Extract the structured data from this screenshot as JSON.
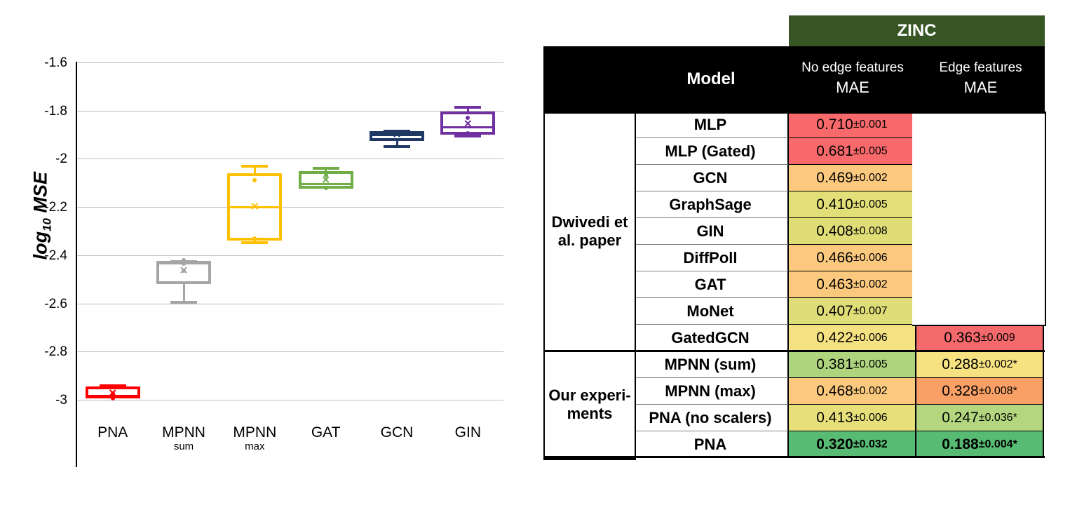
{
  "chart_data": {
    "type": "box",
    "title": "",
    "xlabel": "",
    "ylabel": "log10 MSE",
    "ylabel_base": "log",
    "ylabel_sub": "10",
    "ylabel_tail": " MSE",
    "ylim": [
      -3.0,
      -1.6
    ],
    "yticks": [
      "-1.6",
      "-1.8",
      "-2",
      "-2.2",
      "-2.4",
      "-2.6",
      "-2.8",
      "-3"
    ],
    "ytick_values": [
      -1.6,
      -1.8,
      -2.0,
      -2.2,
      -2.4,
      -2.6,
      -2.8,
      -3.0
    ],
    "grid": true,
    "legend": "none",
    "categories": [
      "PNA",
      "MPNN sum",
      "MPNN max",
      "GAT",
      "GCN",
      "GIN"
    ],
    "xtick_labels": [
      {
        "main": "PNA",
        "sub": ""
      },
      {
        "main": "MPNN",
        "sub": "sum"
      },
      {
        "main": "MPNN",
        "sub": "max"
      },
      {
        "main": "GAT",
        "sub": ""
      },
      {
        "main": "GCN",
        "sub": ""
      },
      {
        "main": "GIN",
        "sub": ""
      }
    ],
    "boxes": [
      {
        "name": "PNA",
        "color": "#FF0000",
        "whisker_low": -2.995,
        "q1": -2.995,
        "median": -2.985,
        "q3": -2.945,
        "whisker_high": -2.935,
        "mean": -2.975,
        "points": [
          -2.945,
          -2.975,
          -2.995
        ]
      },
      {
        "name": "MPNN sum",
        "color": "#A5A5A5",
        "whisker_low": -2.6,
        "q1": -2.52,
        "median": -2.435,
        "q3": -2.425,
        "whisker_high": -2.42,
        "mean": -2.465,
        "points": [
          -2.42,
          -2.435,
          -2.465
        ]
      },
      {
        "name": "MPNN max",
        "color": "#FFC000",
        "whisker_low": -2.355,
        "q1": -2.34,
        "median": -2.2,
        "q3": -2.06,
        "whisker_high": -2.025,
        "mean": -2.2,
        "points": [
          -2.09,
          -2.33
        ]
      },
      {
        "name": "GAT",
        "color": "#70AD47",
        "whisker_low": -2.125,
        "q1": -2.125,
        "median": -2.105,
        "q3": -2.05,
        "whisker_high": -2.035,
        "mean": -2.09,
        "points": [
          -2.07,
          -2.12
        ]
      },
      {
        "name": "GCN",
        "color": "#1F3864",
        "whisker_low": -1.955,
        "q1": -1.925,
        "median": -1.9,
        "q3": -1.885,
        "whisker_high": -1.88,
        "mean": -1.9,
        "points": [
          -1.89
        ]
      },
      {
        "name": "GIN",
        "color": "#7030A0",
        "whisker_low": -1.91,
        "q1": -1.9,
        "median": -1.87,
        "q3": -1.805,
        "whisker_high": -1.78,
        "mean": -1.855,
        "points": [
          -1.83,
          -1.895
        ]
      }
    ]
  },
  "table": {
    "dataset_header": "ZINC",
    "model_header": "Model",
    "columns": [
      {
        "sub1": "No edge features",
        "sub2": "MAE"
      },
      {
        "sub1": "Edge features",
        "sub2": "MAE"
      }
    ],
    "groups": [
      {
        "label": "Dwivedi et al. paper"
      },
      {
        "label": "Our experi- ments"
      }
    ],
    "group_labels": {
      "dwivedi": "Dwivedi et al. paper",
      "ours": "Our experi-ments"
    },
    "rows": [
      {
        "group": "dwivedi",
        "model": "MLP",
        "no_edge": {
          "value": "0.710",
          "err": "±0.001",
          "color": "#F8696B"
        },
        "edge": {
          "value": "",
          "err": "",
          "color": "#FFFFFF"
        }
      },
      {
        "group": "dwivedi",
        "model": "MLP (Gated)",
        "no_edge": {
          "value": "0.681",
          "err": "±0.005",
          "color": "#F8696B"
        },
        "edge": {
          "value": "",
          "err": "",
          "color": "#FFFFFF"
        }
      },
      {
        "group": "dwivedi",
        "model": "GCN",
        "no_edge": {
          "value": "0.469",
          "err": "±0.002",
          "color": "#FBC97E"
        },
        "edge": {
          "value": "",
          "err": "",
          "color": "#FFFFFF"
        }
      },
      {
        "group": "dwivedi",
        "model": "GraphSage",
        "no_edge": {
          "value": "0.410",
          "err": "±0.005",
          "color": "#E2DE78"
        },
        "edge": {
          "value": "",
          "err": "",
          "color": "#FFFFFF"
        }
      },
      {
        "group": "dwivedi",
        "model": "GIN",
        "no_edge": {
          "value": "0.408",
          "err": "±0.008",
          "color": "#E0DD77"
        },
        "edge": {
          "value": "",
          "err": "",
          "color": "#FFFFFF"
        }
      },
      {
        "group": "dwivedi",
        "model": "DiffPoll",
        "no_edge": {
          "value": "0.466",
          "err": "±0.006",
          "color": "#FBC97E"
        },
        "edge": {
          "value": "",
          "err": "",
          "color": "#FFFFFF"
        }
      },
      {
        "group": "dwivedi",
        "model": "GAT",
        "no_edge": {
          "value": "0.463",
          "err": "±0.002",
          "color": "#FBC97E"
        },
        "edge": {
          "value": "",
          "err": "",
          "color": "#FFFFFF"
        }
      },
      {
        "group": "dwivedi",
        "model": "MoNet",
        "no_edge": {
          "value": "0.407",
          "err": "±0.007",
          "color": "#DFDD77"
        },
        "edge": {
          "value": "",
          "err": "",
          "color": "#FFFFFF"
        }
      },
      {
        "group": "dwivedi",
        "model": "GatedGCN",
        "no_edge": {
          "value": "0.422",
          "err": "±0.006",
          "color": "#F4E181"
        },
        "edge": {
          "value": "0.363",
          "err": "±0.009",
          "color": "#F4696B"
        }
      },
      {
        "group": "ours",
        "model": "MPNN (sum)",
        "no_edge": {
          "value": "0.381",
          "err": "±0.005",
          "color": "#AFD47E"
        },
        "edge": {
          "value": "0.288",
          "err": "±0.002*",
          "color": "#F7E282"
        }
      },
      {
        "group": "ours",
        "model": "MPNN (max)",
        "no_edge": {
          "value": "0.468",
          "err": "±0.002",
          "color": "#FBC97E"
        },
        "edge": {
          "value": "0.328",
          "err": "±0.008*",
          "color": "#F9A067"
        }
      },
      {
        "group": "ours",
        "model": "PNA (no scalers)",
        "no_edge": {
          "value": "0.413",
          "err": "±0.006",
          "color": "#E7E07A"
        },
        "edge": {
          "value": "0.247",
          "err": "±0.036*",
          "color": "#B3D67F"
        }
      },
      {
        "group": "ours",
        "model": "PNA",
        "no_edge": {
          "value": "0.320",
          "err": "±0.032",
          "color": "#57BB74",
          "bold": true
        },
        "edge": {
          "value": "0.188",
          "err": "±0.004*",
          "color": "#57BB74",
          "bold": true
        }
      }
    ]
  },
  "colors": {
    "zinc_header_bg": "#375623",
    "table_header_bg": "#000000",
    "grid": "#BFBFBF"
  }
}
